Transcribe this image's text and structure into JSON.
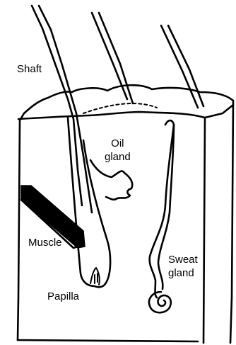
{
  "diagram": {
    "labels": {
      "shaft": "Shaft",
      "oil_gland_line1": "Oil",
      "oil_gland_line2": "gland",
      "muscle": "Muscle",
      "sweat_gland_line1": "Sweat",
      "sweat_gland_line2": "gland",
      "papilla": "Papilla"
    },
    "colors": {
      "ink": "#000000",
      "paper": "#ffffff"
    }
  }
}
